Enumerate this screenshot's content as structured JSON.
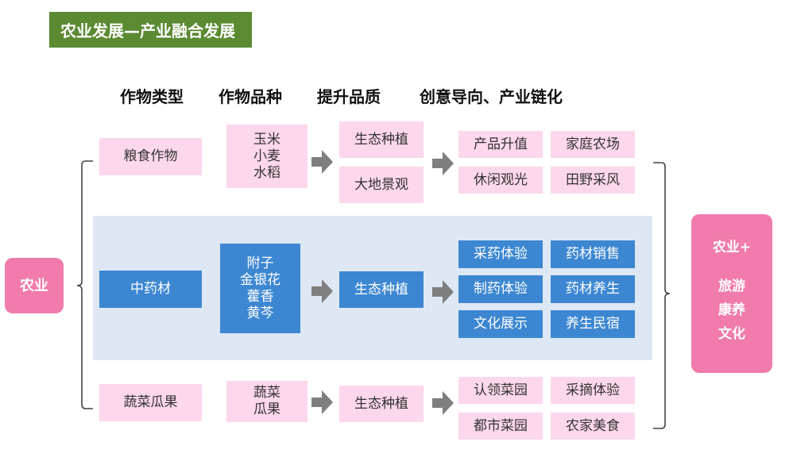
{
  "title": "农业发展—产业融合发展",
  "headers": [
    "作物类型",
    "作物品种",
    "提升品质",
    "创意导向、产业链化"
  ],
  "left_label": "农业",
  "right_label": {
    "title": "农业+",
    "items": [
      "旅游",
      "康养",
      "文化"
    ]
  },
  "rows": [
    {
      "type": "粮食作物",
      "varieties": [
        "玉米",
        "小麦",
        "水稻"
      ],
      "quality": [
        "生态种植",
        "大地景观"
      ],
      "chain": [
        "产品升值",
        "家庭农场",
        "休闲观光",
        "田野采风"
      ]
    },
    {
      "type": "中药材",
      "varieties": [
        "附子",
        "金银花",
        "藿香",
        "黄芩"
      ],
      "quality": [
        "生态种植"
      ],
      "chain": [
        "采药体验",
        "药材销售",
        "制药体验",
        "药材养生",
        "文化展示",
        "养生民宿"
      ]
    },
    {
      "type": "蔬菜瓜果",
      "varieties": [
        "蔬菜",
        "瓜果"
      ],
      "quality": [
        "生态种植"
      ],
      "chain": [
        "认领菜园",
        "采摘体验",
        "都市菜园",
        "农家美食"
      ]
    }
  ],
  "colors": {
    "title_bg": "#5b8a32",
    "pink_box": "#fdd7ec",
    "blue_box": "#3d87d2",
    "band": "#dde8f4",
    "side_box": "#f07bac",
    "arrow": "#7f7f7f"
  }
}
